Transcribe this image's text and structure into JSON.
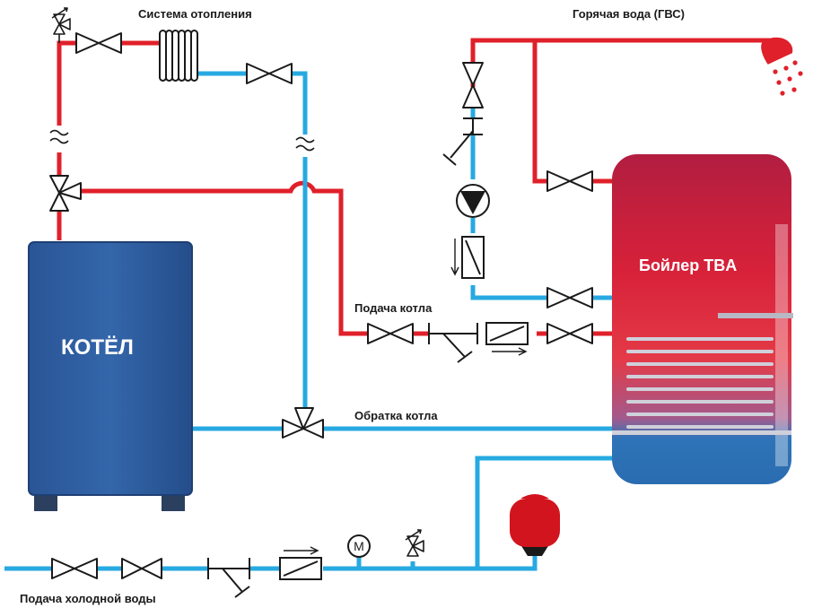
{
  "labels": {
    "heating_system": "Система отопления",
    "hot_water": "Горячая вода (ГВС)",
    "boiler_feed": "Подача котла",
    "boiler_return": "Обратка котла",
    "cold_water_feed": "Подача холодной воды",
    "boiler_name": "КОТЁЛ",
    "tank_name": "Бойлер TBA"
  },
  "gauge_symbol": "M",
  "colors": {
    "hot_pipe": "#e0202a",
    "cold_pipe": "#27a9e1",
    "boiler_body": "#2f5c9e",
    "tank_top": "#c8203a",
    "tank_bottom": "#2a6fb3",
    "expansion_vessel": "#d2141e",
    "symbol_stroke": "#1a1a1a"
  },
  "icons": [
    "valve-icon",
    "radiator-icon",
    "pump-icon",
    "filter-icon",
    "check-valve-icon",
    "safety-valve-icon",
    "three-way-valve-icon",
    "pressure-gauge-icon",
    "shower-icon",
    "expansion-vessel-icon"
  ]
}
